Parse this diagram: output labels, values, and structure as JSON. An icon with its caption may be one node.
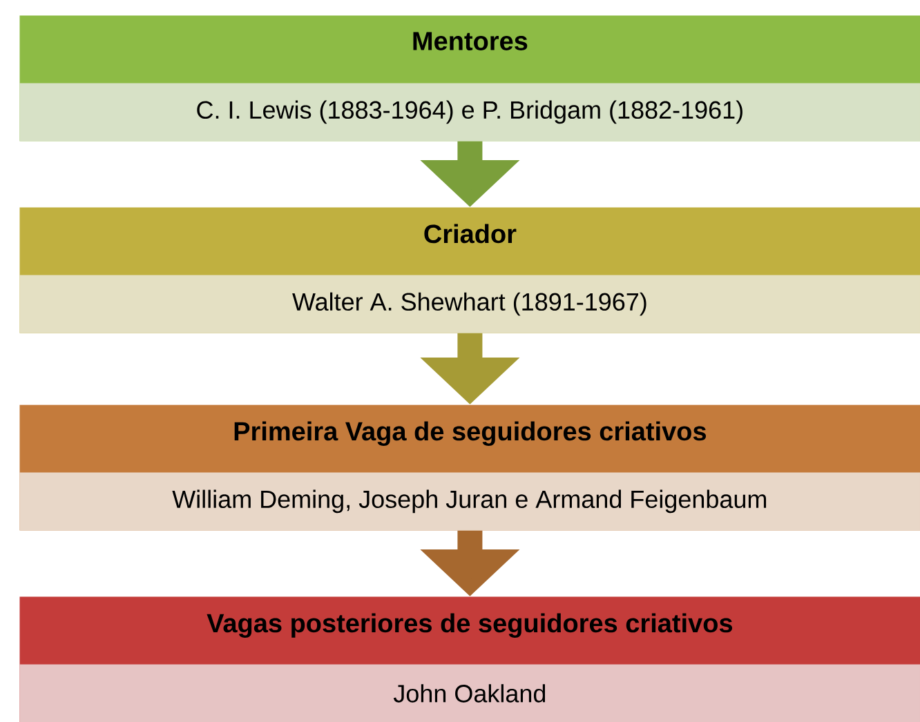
{
  "diagram": {
    "nodes": [
      {
        "text": [
          "Mentores"
        ]
      },
      {
        "text": [
          "C. I. Lewis (1883-1964) e P. Bridgam (1882-1961)"
        ],
        "in": 0
      },
      {
        "text": [
          "Criador"
        ]
      },
      {
        "text": [
          "Walter A. Shewhart (1891-1967)"
        ],
        "in": 2
      },
      {
        "text": [
          "Primeira Vaga de seguidores criativos"
        ]
      },
      {
        "text": [
          "William Deming, Joseph Juran e Armand Feigenbaum"
        ],
        "in": 4
      },
      {
        "text": [
          "Vagas posteriores de seguidores criativos"
        ]
      },
      {
        "text": [
          "John Oakland"
        ],
        "in": 6
      }
    ],
    "edges": [
      {
        "from": 0,
        "to": 2,
        "arrow": "to",
        "color": "#7b9f3b"
      },
      {
        "from": 2,
        "to": 4,
        "arrow": "to",
        "color": "#a69b36"
      },
      {
        "from": 4,
        "to": 6,
        "arrow": "to",
        "color": "#a6682f"
      }
    ]
  }
}
